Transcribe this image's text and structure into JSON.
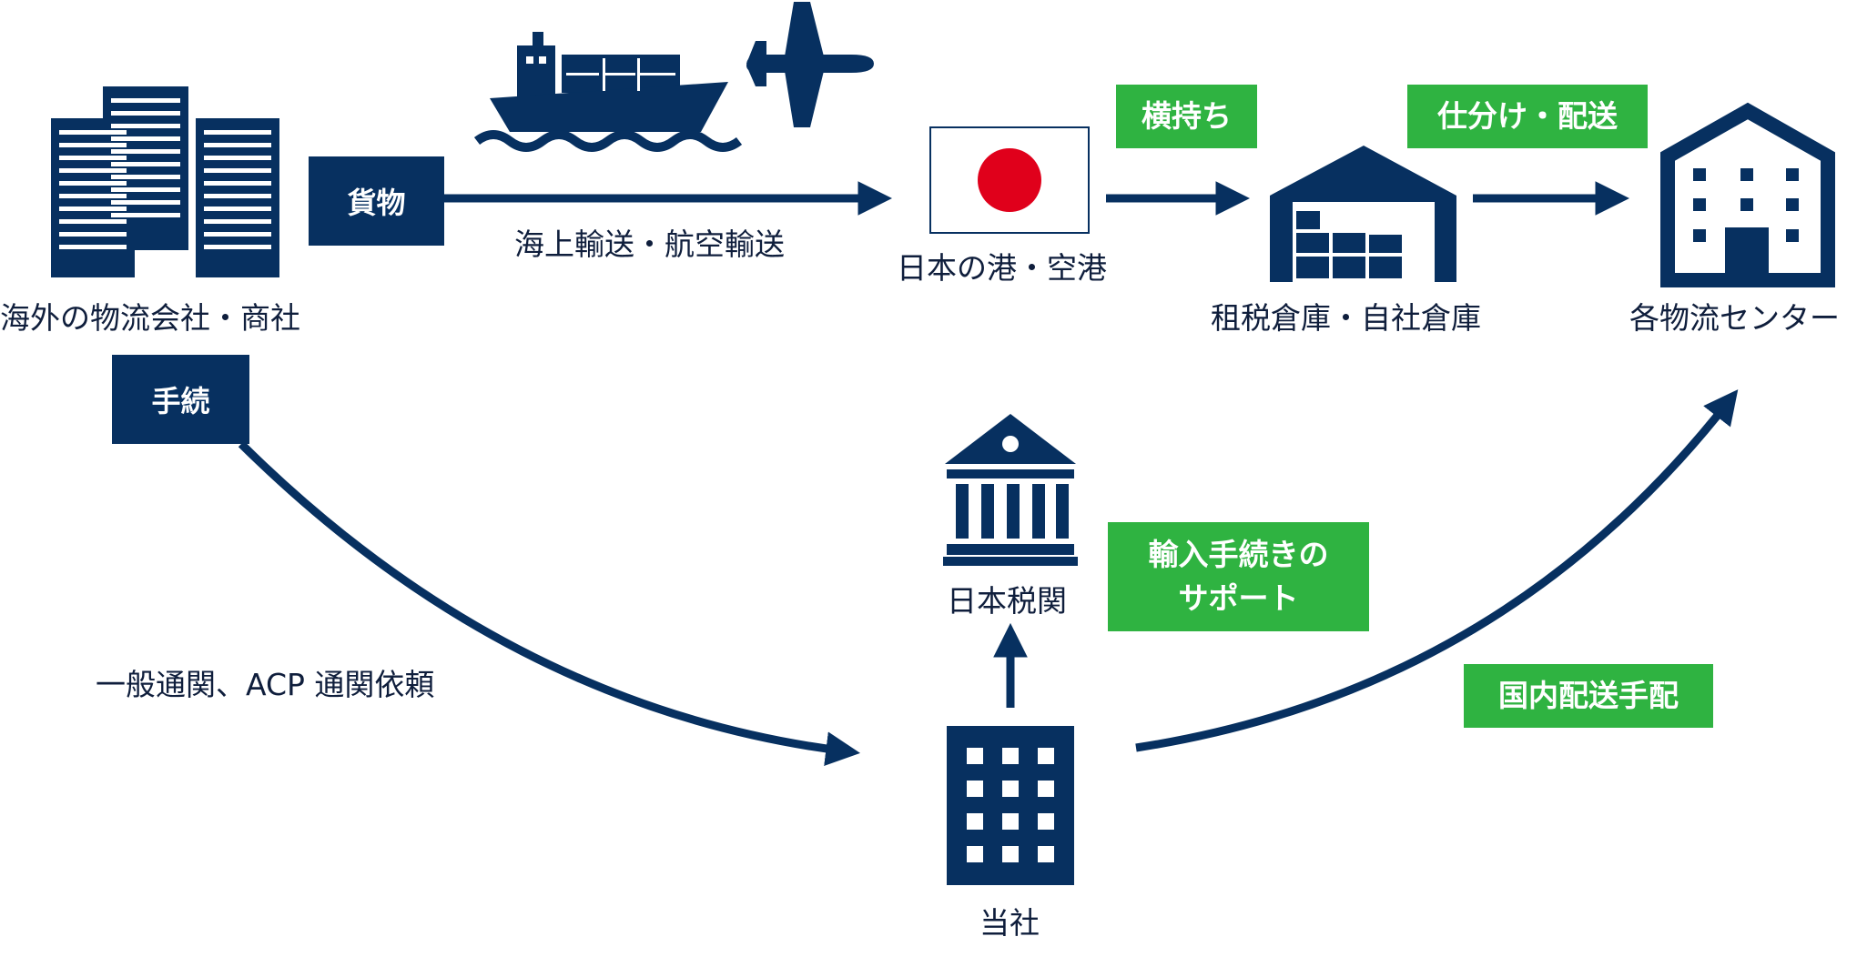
{
  "colors": {
    "navy": "#073060",
    "green": "#2fb341",
    "flag_red": "#e0001b"
  },
  "labels": {
    "overseas": "海外の物流会社・商社",
    "shipping": "海上輸送・航空輸送",
    "port": "日本の港・空港",
    "warehouse": "租税倉庫・自社倉庫",
    "centers": "各物流センター",
    "customs": "日本税関",
    "clearance": "一般通関、ACP 通関依頼",
    "company": "当社"
  },
  "boxes": {
    "cargo": "貨物",
    "procedure": "手続",
    "transfer": "横持ち",
    "sorting": "仕分け・配送",
    "import_support": "輸入手続きの\nサポート",
    "domestic": "国内配送手配"
  },
  "icons": [
    "office-buildings-icon",
    "cargo-ship-icon",
    "airplane-icon",
    "japan-flag-icon",
    "warehouse-icon",
    "distribution-center-icon",
    "customs-building-icon",
    "company-building-icon"
  ]
}
